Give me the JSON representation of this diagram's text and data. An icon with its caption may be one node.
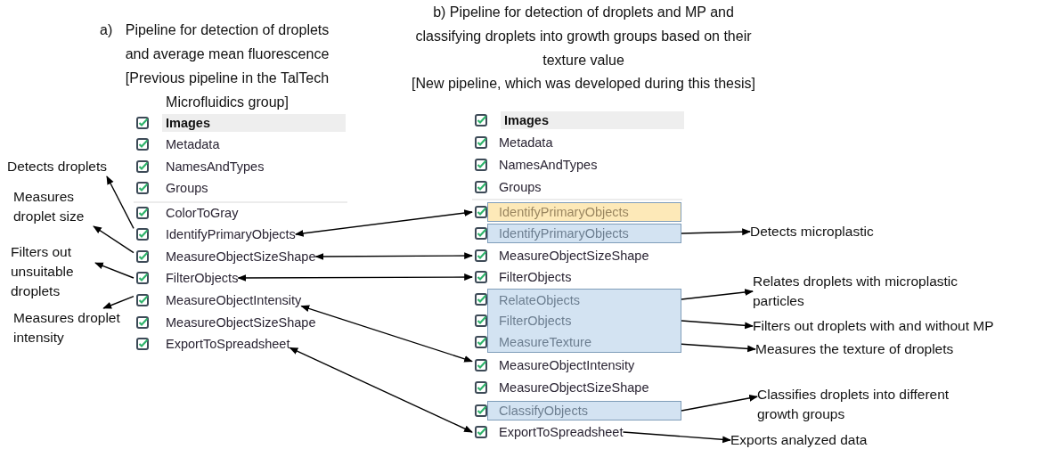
{
  "diagram": {
    "nodes": [
      {
        "text": [
          "Images"
        ]
      },
      {
        "text": [
          "Metadata"
        ]
      },
      {
        "text": [
          "NamesAndTypes"
        ]
      },
      {
        "text": [
          "Groups"
        ]
      },
      {
        "text": [
          "ColorToGray"
        ]
      },
      {
        "text": [
          "IdentifyPrimaryObjects"
        ]
      },
      {
        "text": [
          "MeasureObjectSizeShape"
        ]
      },
      {
        "text": [
          "FilterObjects"
        ]
      },
      {
        "text": [
          "MeasureObjectIntensity"
        ]
      },
      {
        "text": [
          "MeasureObjectSizeShape"
        ]
      },
      {
        "text": [
          "ExportToSpreadsheet"
        ]
      },
      {
        "text": [
          "Detects droplets"
        ]
      },
      {
        "text": [
          "Measures droplet size"
        ]
      },
      {
        "text": [
          "Filters out unsuitable droplets"
        ]
      },
      {
        "text": [
          "Measures droplet intensity"
        ]
      },
      {
        "text": [
          "Images"
        ]
      },
      {
        "text": [
          "Metadata"
        ]
      },
      {
        "text": [
          "NamesAndTypes"
        ]
      },
      {
        "text": [
          "Groups"
        ]
      },
      {
        "text": [
          "IdentifyPrimaryObjects"
        ]
      },
      {
        "text": [
          "IdentifyPrimaryObjects"
        ]
      },
      {
        "text": [
          "MeasureObjectSizeShape"
        ]
      },
      {
        "text": [
          "FilterObjects"
        ]
      },
      {
        "text": [
          "RelateObjects"
        ]
      },
      {
        "text": [
          "FilterObjects"
        ]
      },
      {
        "text": [
          "MeasureTexture"
        ]
      },
      {
        "text": [
          "MeasureObjectIntensity"
        ]
      },
      {
        "text": [
          "MeasureObjectSizeShape"
        ]
      },
      {
        "text": [
          "ClassifyObjects"
        ]
      },
      {
        "text": [
          "ExportToSpreadsheet"
        ]
      },
      {
        "text": [
          "Detects microplastic"
        ]
      },
      {
        "text": [
          "Relates droplets with microplastic particles"
        ]
      },
      {
        "text": [
          "Filters out droplets with and without MP"
        ]
      },
      {
        "text": [
          "Measures the texture of droplets"
        ]
      },
      {
        "text": [
          "Classifies droplets into different growth groups"
        ]
      },
      {
        "text": [
          "Exports analyzed data"
        ]
      }
    ],
    "edges": [
      {
        "from": 5,
        "to": 11,
        "arrow": "to"
      },
      {
        "from": 6,
        "to": 12,
        "arrow": "to"
      },
      {
        "from": 7,
        "to": 13,
        "arrow": "to"
      },
      {
        "from": 8,
        "to": 14,
        "arrow": "to"
      },
      {
        "from": 5,
        "to": 19,
        "arrow": "both"
      },
      {
        "from": 6,
        "to": 21,
        "arrow": "both"
      },
      {
        "from": 7,
        "to": 22,
        "arrow": "both"
      },
      {
        "from": 8,
        "to": 26,
        "arrow": "both"
      },
      {
        "from": 10,
        "to": 29,
        "arrow": "both"
      },
      {
        "from": 20,
        "to": 30,
        "arrow": "to"
      },
      {
        "from": 23,
        "to": 31,
        "arrow": "to"
      },
      {
        "from": 24,
        "to": 32,
        "arrow": "to"
      },
      {
        "from": 25,
        "to": 33,
        "arrow": "to"
      },
      {
        "from": 28,
        "to": 34,
        "arrow": "to"
      },
      {
        "from": 29,
        "to": 35,
        "arrow": "to"
      }
    ],
    "labels": [
      "a)",
      "Pipeline for detection of droplets and average mean fluorescence",
      "[Previous pipeline in the TalTech Microfluidics group]",
      "b) Pipeline for detection of droplets and MP and classifying droplets into growth groups based on their texture value",
      "[New pipeline, which was developed during this thesis]"
    ]
  }
}
